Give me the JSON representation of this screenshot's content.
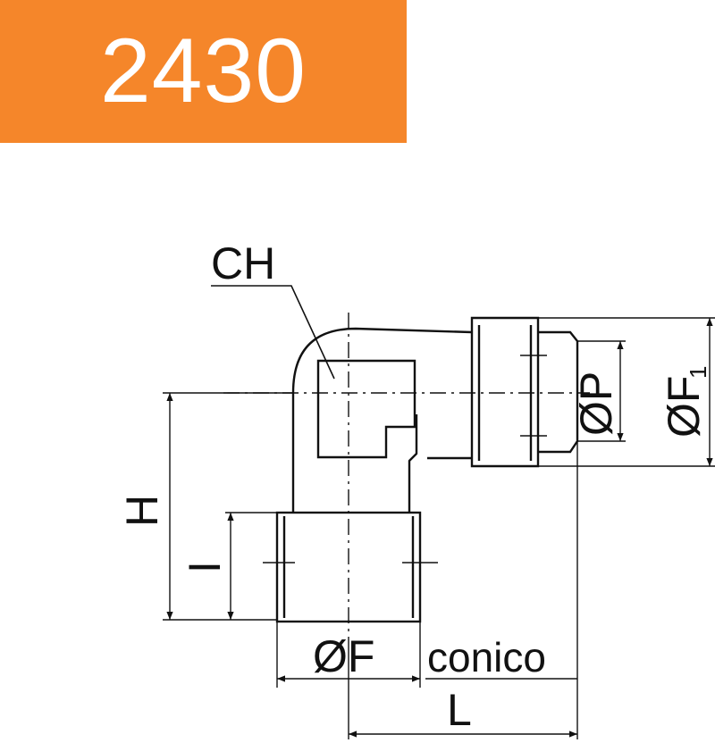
{
  "header": {
    "product_code": "2430",
    "background": "#f5862a",
    "text_color": "#ffffff"
  },
  "drawing": {
    "line_color": "#111111",
    "labels": {
      "ch": "CH",
      "h": "H",
      "i": "I",
      "f": "ØF",
      "conico": "conico",
      "l": "L",
      "p": "ØP",
      "f1_main": "ØF",
      "f1_sub": "1"
    }
  }
}
